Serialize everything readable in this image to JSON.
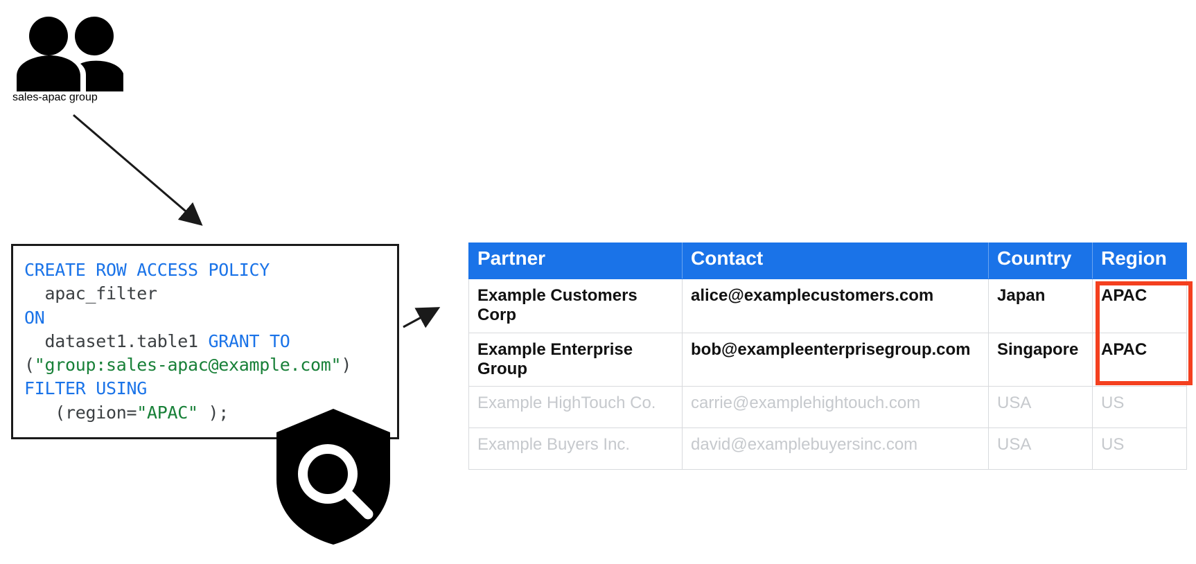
{
  "diagram": {
    "group_node": {
      "icon": "people-group-icon",
      "label": "sales-apac group"
    },
    "shield_node": {
      "icon": "shield-search-icon"
    },
    "connectors": [
      {
        "name": "group-to-policy-arrow",
        "from": "sales-apac group",
        "to": "row access policy"
      },
      {
        "name": "policy-to-table-arrow",
        "from": "row access policy",
        "to": "partners table"
      }
    ]
  },
  "code_block": {
    "language": "sql",
    "lines": [
      [
        {
          "t": "CREATE ROW ACCESS POLICY",
          "c": "kw"
        }
      ],
      [
        {
          "t": "  apac_filter",
          "c": "pln"
        }
      ],
      [
        {
          "t": "ON",
          "c": "kw"
        }
      ],
      [
        {
          "t": "  dataset1.table1 ",
          "c": "pln"
        },
        {
          "t": "GRANT TO",
          "c": "kw"
        }
      ],
      [
        {
          "t": "(",
          "c": "pln"
        },
        {
          "t": "\"group:sales-apac@example.com\"",
          "c": "str"
        },
        {
          "t": ")",
          "c": "pln"
        }
      ],
      [
        {
          "t": "FILTER USING",
          "c": "kw"
        }
      ],
      [
        {
          "t": "   (region=",
          "c": "pln"
        },
        {
          "t": "\"APAC\"",
          "c": "str"
        },
        {
          "t": " );",
          "c": "pln"
        }
      ]
    ],
    "plain_text": "CREATE ROW ACCESS POLICY\n  apac_filter\nON\n  dataset1.table1 GRANT TO\n(\"group:sales-apac@example.com\")\nFILTER USING\n   (region=\"APAC\" );"
  },
  "table": {
    "name": "partners-table",
    "headers": [
      "Partner",
      "Contact",
      "Country",
      "Region"
    ],
    "rows": [
      {
        "visible": true,
        "cells": [
          "Example Customers Corp",
          "alice@examplecustomers.com",
          "Japan",
          "APAC"
        ]
      },
      {
        "visible": true,
        "cells": [
          "Example Enterprise Group",
          "bob@exampleenterprisegroup.com",
          "Singapore",
          "APAC"
        ]
      },
      {
        "visible": false,
        "cells": [
          "Example HighTouch Co.",
          "carrie@examplehightouch.com",
          "USA",
          "US"
        ]
      },
      {
        "visible": false,
        "cells": [
          "Example Buyers Inc.",
          "david@examplebuyersinc.com",
          "USA",
          "US"
        ]
      }
    ]
  },
  "highlight": {
    "name": "region-apac-highlight",
    "color": "#f4401f",
    "covers": [
      "APAC",
      "APAC"
    ]
  },
  "colors": {
    "header_blue": "#1a73e8",
    "keyword_blue": "#1a73e8",
    "string_green": "#188038",
    "dimmed_grey": "#c6c9cd",
    "highlight_red": "#f4401f",
    "text_dark": "#3c4043"
  }
}
